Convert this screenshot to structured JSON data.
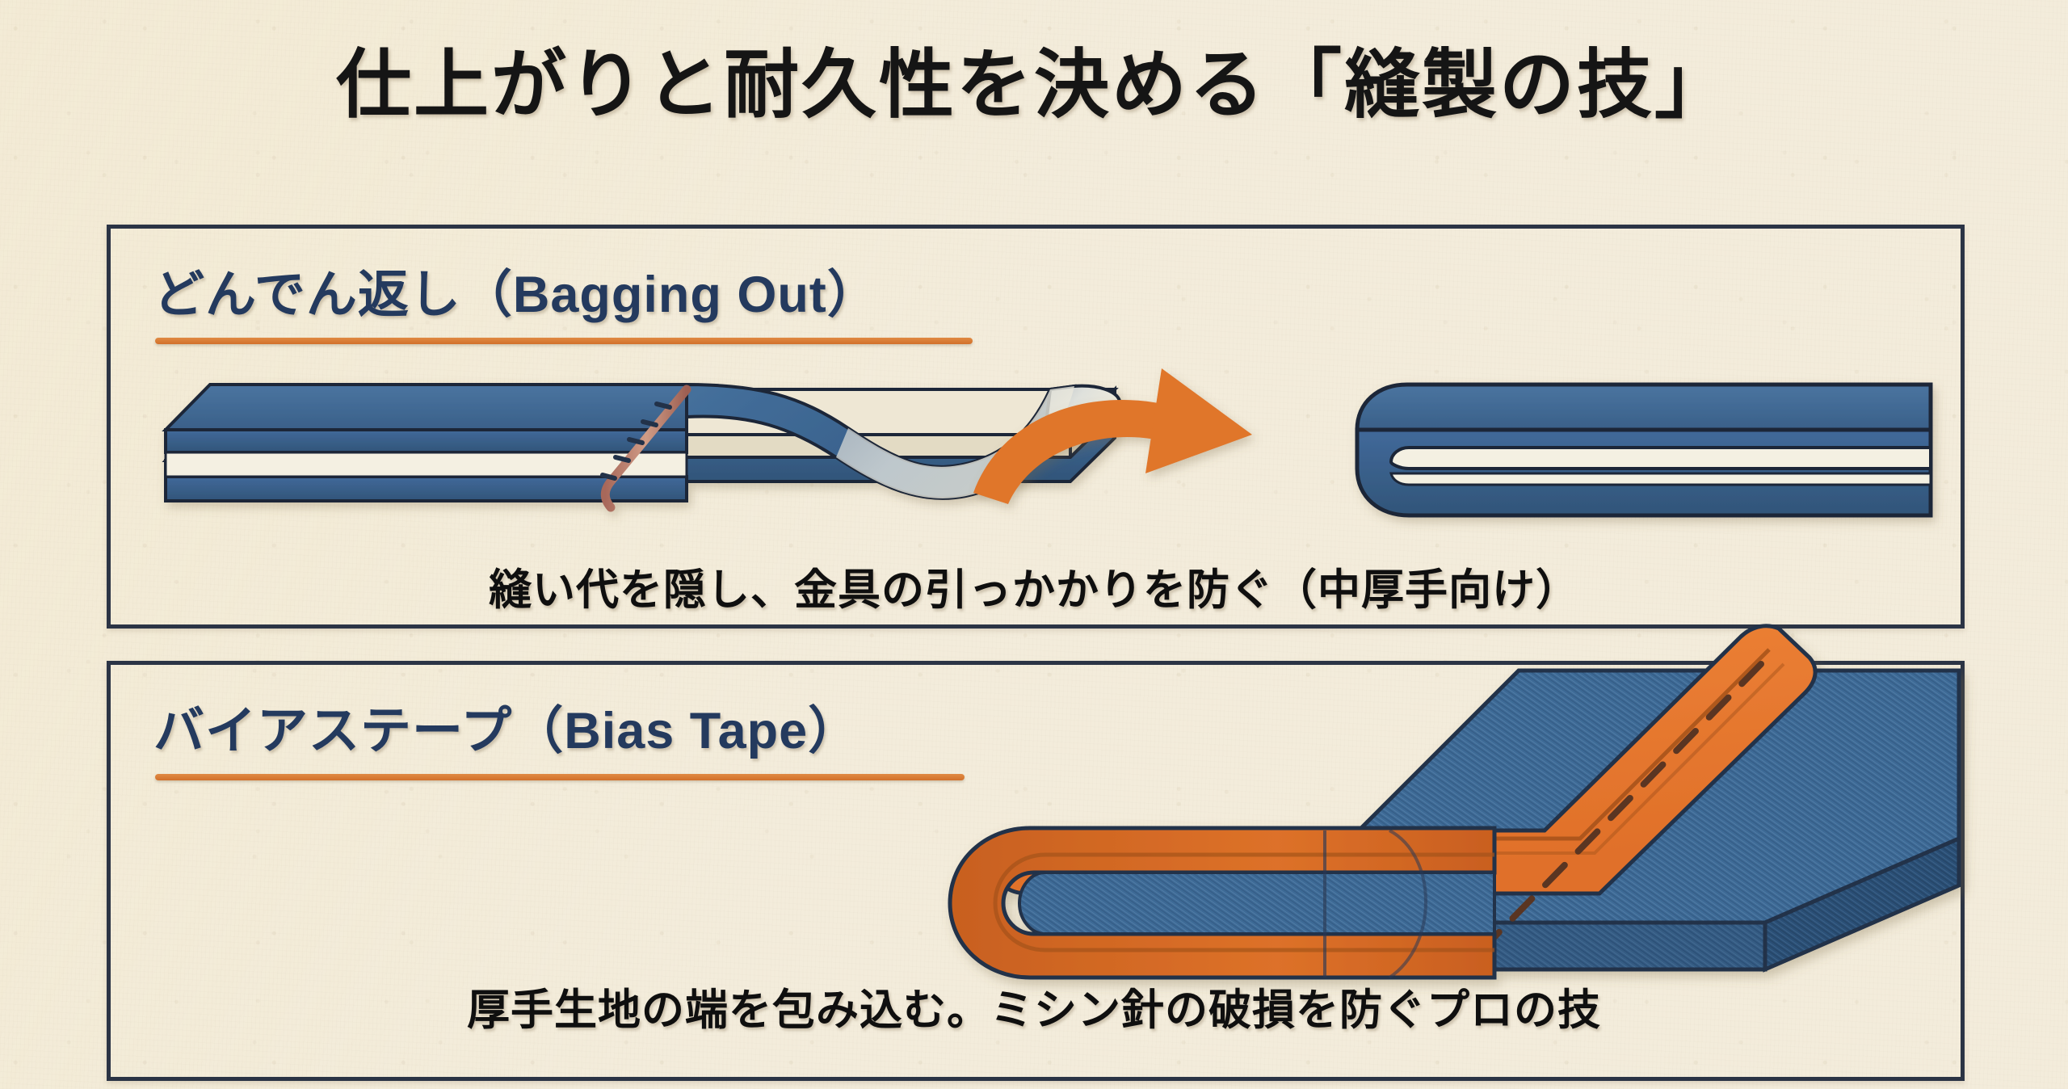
{
  "page": {
    "title": "仕上がりと耐久性を決める「縫製の技」",
    "background_color": "#f3ecdb",
    "accent_orange": "#e0762a",
    "denim_blue": "#3e6a96",
    "border_navy": "#2b3445",
    "heading_navy": "#243a5e"
  },
  "panels": [
    {
      "id": "bagging-out",
      "heading": "どんでん返し（Bagging Out）",
      "caption": "縫い代を隠し、金具の引っかかりを防ぐ（中厚手向け）",
      "illustration": {
        "name": "bagging-out-diagram",
        "description": "two stacked fabric layers with a seam line, top layer peeled back revealing lining, orange curved arrow to finished folded edge",
        "arrow_direction": "left-to-right",
        "arrow_color": "#e0762a",
        "seam_color": "#b8755f",
        "lining_color": "#ece5d0"
      }
    },
    {
      "id": "bias-tape",
      "heading": "バイアステープ（Bias Tape）",
      "caption": "厚手生地の端を包み込む。ミシン針の破損を防ぐプロの技",
      "illustration": {
        "name": "bias-tape-diagram",
        "description": "thick denim slab with orange bias tape folded over and wrapped around the left edge, dashed topstitch line on the tape",
        "tape_color": "#e8762c",
        "tape_shadow_color": "#c25f22",
        "stitch_style": "dashed",
        "stitch_color": "#5a3520",
        "fabric_color": "#3e6a96"
      }
    }
  ]
}
